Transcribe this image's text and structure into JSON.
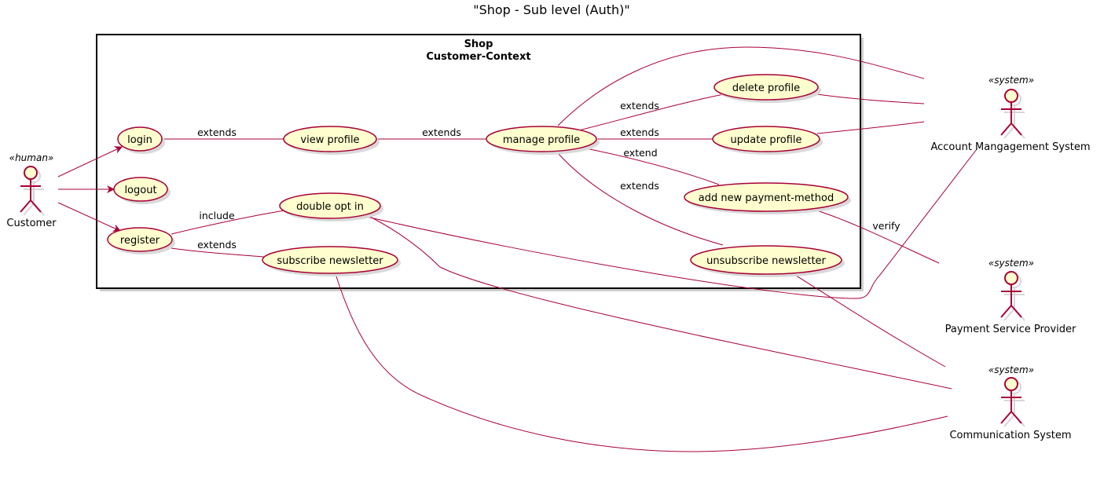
{
  "title": "\"Shop - Sub level (Auth)\"",
  "boundary": {
    "line1": "Shop",
    "line2": "Customer-Context"
  },
  "actors": {
    "customer": {
      "name": "Customer",
      "stereotype": "«human»"
    },
    "account": {
      "name": "Account Mangagement System",
      "stereotype": "«system»"
    },
    "payment": {
      "name": "Payment Service Provider",
      "stereotype": "«system»"
    },
    "communication": {
      "name": "Communication System",
      "stereotype": "«system»"
    }
  },
  "usecases": {
    "login": "login",
    "logout": "logout",
    "register": "register",
    "view_profile": "view profile",
    "double_opt_in": "double opt in",
    "subscribe_newsletter": "subscribe newsletter",
    "manage_profile": "manage profile",
    "delete_profile": "delete profile",
    "update_profile": "update profile",
    "add_payment": "add new payment-method",
    "unsubscribe_newsletter": "unsubscribe newsletter"
  },
  "edge_labels": {
    "login_view": "extends",
    "view_manage": "extends",
    "register_optin": "include",
    "register_subscribe": "extends",
    "manage_delete": "extends",
    "manage_update": "extends",
    "manage_payment": "extend",
    "manage_unsubscribe": "extends",
    "payment_psp": "verify"
  },
  "colors": {
    "usecase_fill": "#FEFECE",
    "line": "#A80036",
    "boundary_border": "#000000"
  }
}
